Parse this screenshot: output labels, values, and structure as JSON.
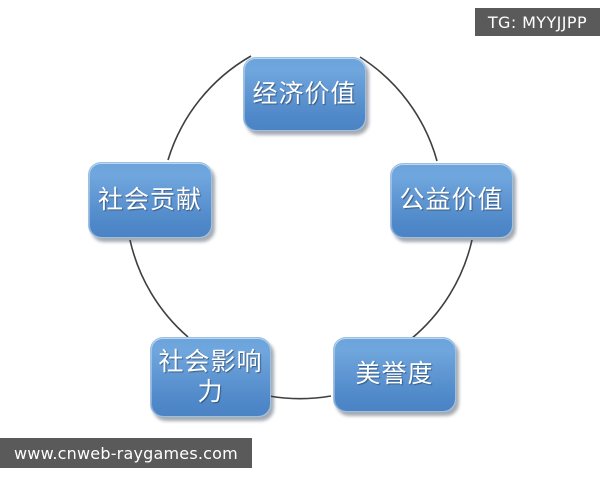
{
  "diagram": {
    "title": "",
    "background_color": "#ffffff",
    "node_fill_top": "#6ba4dc",
    "node_fill_bottom": "#4b83c4",
    "node_text_color": "#ffffff",
    "connector_color": "#3f3f3f",
    "nodes": [
      {
        "id": "economic-value",
        "label": "经济价值",
        "position": "top"
      },
      {
        "id": "public-welfare",
        "label": "公益价值",
        "position": "right"
      },
      {
        "id": "reputation",
        "label": "美誉度",
        "position": "bottom-right"
      },
      {
        "id": "social-influence",
        "label": "社会影响\n力",
        "position": "bottom-left"
      },
      {
        "id": "social-contribution",
        "label": "社会贡献",
        "position": "left"
      }
    ]
  },
  "overlays": {
    "tg_badge": "TG: MYYJJPP",
    "site_watermark": "www.cnweb-raygames.com",
    "badge_color": "#5a5a5a"
  }
}
